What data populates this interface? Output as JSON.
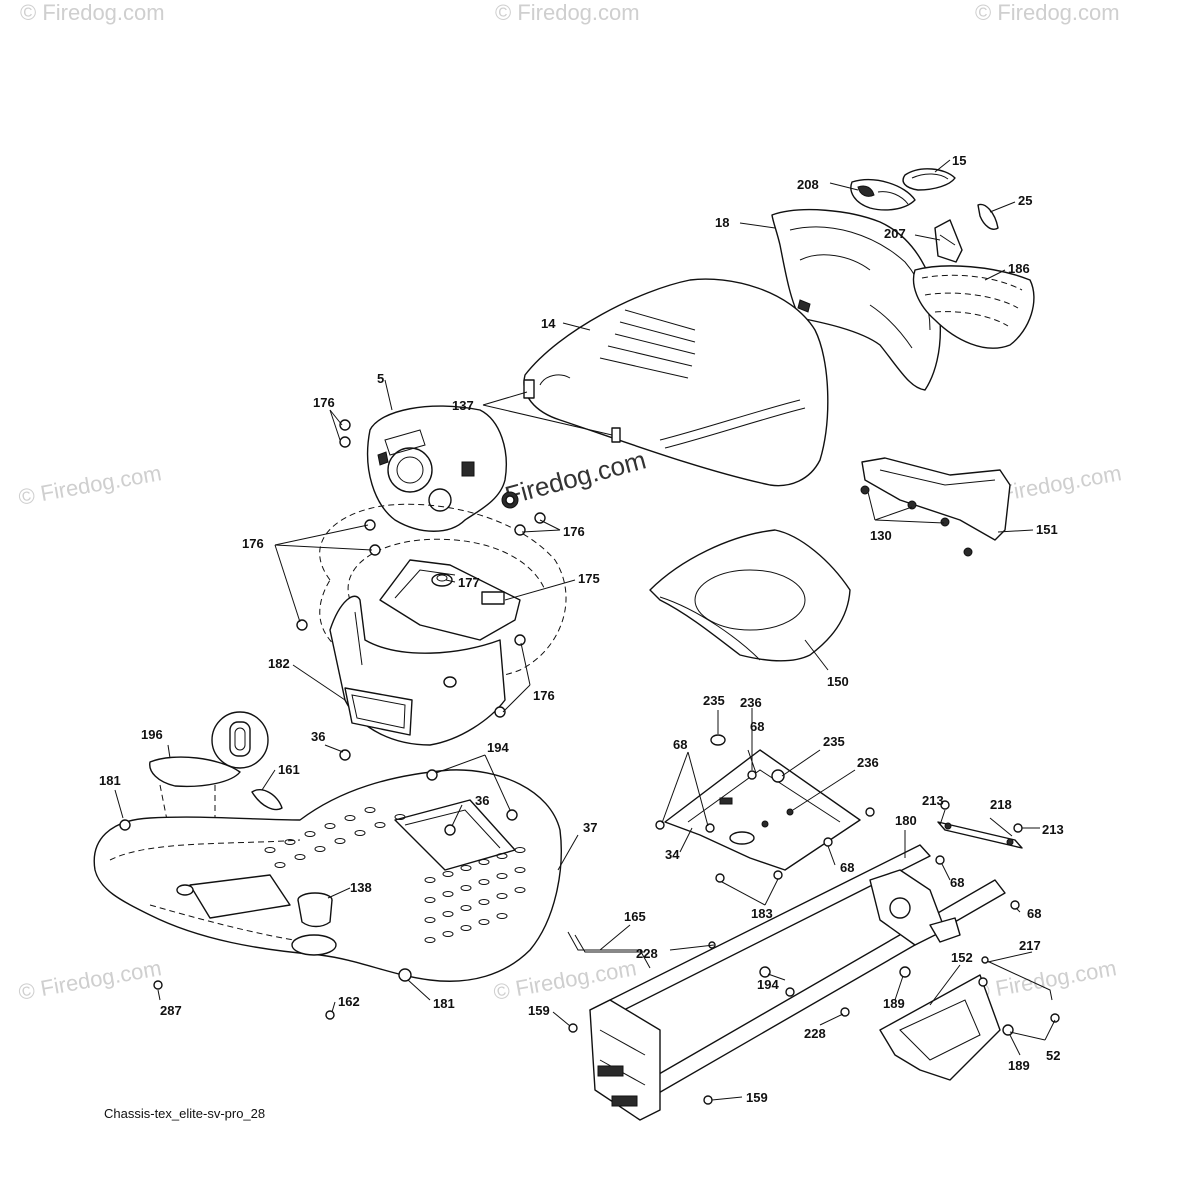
{
  "watermark": {
    "text": "© Firedog.com",
    "center_text": "Firedog.com"
  },
  "caption": "Chassis-tex_elite-sv-pro_28",
  "callouts": [
    {
      "id": "c15",
      "label": "15"
    },
    {
      "id": "c208",
      "label": "208"
    },
    {
      "id": "c25",
      "label": "25"
    },
    {
      "id": "c18",
      "label": "18"
    },
    {
      "id": "c207",
      "label": "207"
    },
    {
      "id": "c186",
      "label": "186"
    },
    {
      "id": "c14",
      "label": "14"
    },
    {
      "id": "c5",
      "label": "5"
    },
    {
      "id": "c176a",
      "label": "176"
    },
    {
      "id": "c137",
      "label": "137"
    },
    {
      "id": "c176b",
      "label": "176"
    },
    {
      "id": "c176c",
      "label": "176"
    },
    {
      "id": "c177",
      "label": "177"
    },
    {
      "id": "c175",
      "label": "175"
    },
    {
      "id": "c130",
      "label": "130"
    },
    {
      "id": "c151",
      "label": "151"
    },
    {
      "id": "c182",
      "label": "182"
    },
    {
      "id": "c176d",
      "label": "176"
    },
    {
      "id": "c150",
      "label": "150"
    },
    {
      "id": "c235a",
      "label": "235"
    },
    {
      "id": "c236a",
      "label": "236"
    },
    {
      "id": "c68a",
      "label": "68"
    },
    {
      "id": "c68b",
      "label": "68"
    },
    {
      "id": "c235b",
      "label": "235"
    },
    {
      "id": "c236b",
      "label": "236"
    },
    {
      "id": "c196",
      "label": "196"
    },
    {
      "id": "c36a",
      "label": "36"
    },
    {
      "id": "c194a",
      "label": "194"
    },
    {
      "id": "c161",
      "label": "161"
    },
    {
      "id": "c181a",
      "label": "181"
    },
    {
      "id": "c36b",
      "label": "36"
    },
    {
      "id": "c37",
      "label": "37"
    },
    {
      "id": "c213a",
      "label": "213"
    },
    {
      "id": "c218",
      "label": "218"
    },
    {
      "id": "c180",
      "label": "180"
    },
    {
      "id": "c213b",
      "label": "213"
    },
    {
      "id": "c34",
      "label": "34"
    },
    {
      "id": "c68c",
      "label": "68"
    },
    {
      "id": "c68d",
      "label": "68"
    },
    {
      "id": "c183",
      "label": "183"
    },
    {
      "id": "c68e",
      "label": "68"
    },
    {
      "id": "c138",
      "label": "138"
    },
    {
      "id": "c165",
      "label": "165"
    },
    {
      "id": "c228a",
      "label": "228"
    },
    {
      "id": "c217",
      "label": "217"
    },
    {
      "id": "c152",
      "label": "152"
    },
    {
      "id": "c194b",
      "label": "194"
    },
    {
      "id": "c287",
      "label": "287"
    },
    {
      "id": "c162",
      "label": "162"
    },
    {
      "id": "c181b",
      "label": "181"
    },
    {
      "id": "c159a",
      "label": "159"
    },
    {
      "id": "c189a",
      "label": "189"
    },
    {
      "id": "c228b",
      "label": "228"
    },
    {
      "id": "c52",
      "label": "52"
    },
    {
      "id": "c189b",
      "label": "189"
    },
    {
      "id": "c159b",
      "label": "159"
    }
  ]
}
